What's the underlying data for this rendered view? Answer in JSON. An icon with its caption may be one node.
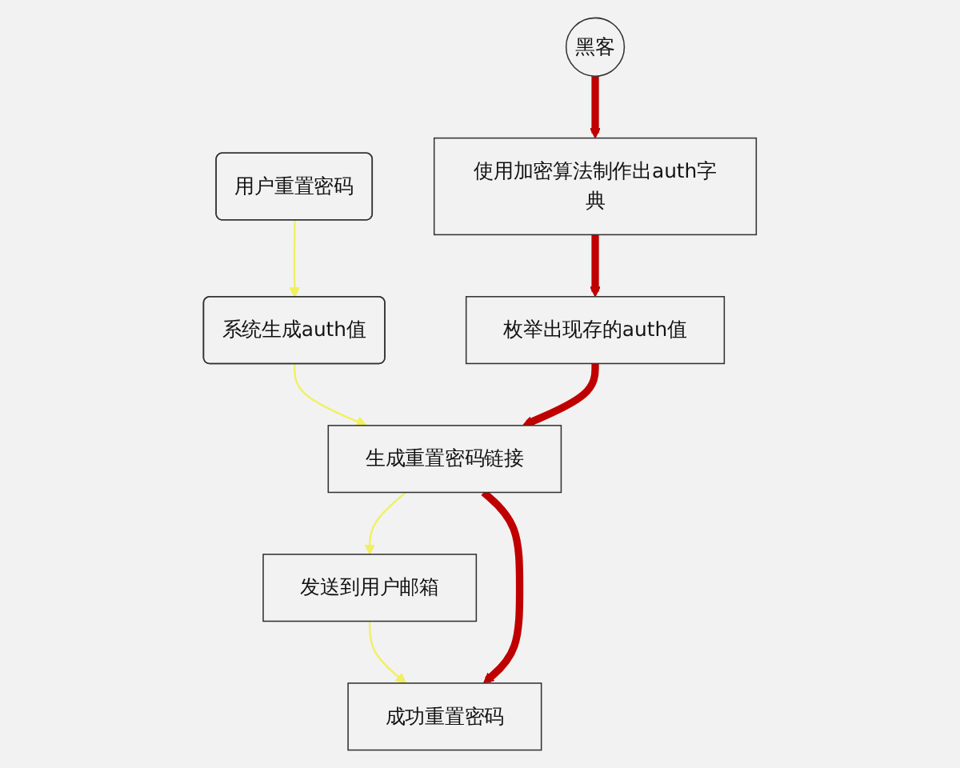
{
  "diagram": {
    "nodes": [
      {
        "text": [
          "用户重置密码"
        ]
      },
      {
        "text": [
          "系统生成auth值"
        ]
      },
      {
        "text": [
          "生成重置密码链接"
        ]
      },
      {
        "text": [
          "发送到用户邮箱"
        ]
      },
      {
        "text": [
          "成功重置密码"
        ]
      },
      {
        "text": [
          "枚举出现存的auth值"
        ]
      },
      {
        "text": [
          "使用加密算法制作出auth字典"
        ]
      },
      {
        "text": [
          "黑客"
        ]
      }
    ],
    "edges": [
      {
        "from": 0,
        "to": 1,
        "arrow": "to",
        "color": "#f0f060"
      },
      {
        "from": 1,
        "to": 2,
        "arrow": "to",
        "color": "#f0f060"
      },
      {
        "from": 2,
        "to": 3,
        "arrow": "to",
        "color": "#f0f060"
      },
      {
        "from": 3,
        "to": 4,
        "arrow": "to",
        "color": "#f0f060"
      },
      {
        "from": 7,
        "to": 6,
        "arrow": "to",
        "style": "thick",
        "color": "#c00000"
      },
      {
        "from": 6,
        "to": 5,
        "arrow": "to",
        "style": "thick",
        "color": "#c00000"
      },
      {
        "from": 5,
        "to": 2,
        "arrow": "to",
        "style": "thick",
        "color": "#c00000"
      },
      {
        "from": 2,
        "to": 4,
        "arrow": "to",
        "style": "thick",
        "color": "#c00000"
      }
    ]
  }
}
